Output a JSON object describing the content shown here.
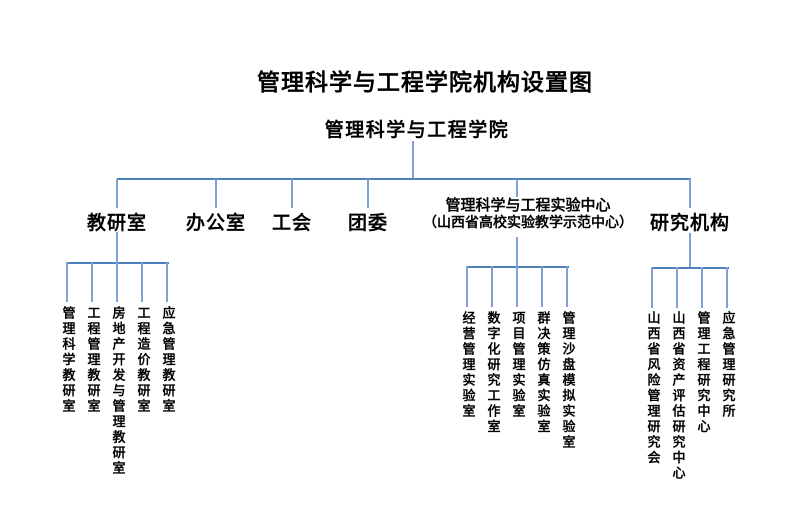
{
  "page": {
    "title": "管理科学与工程学院机构设置图",
    "root": "管理科学与工程学院"
  },
  "colors": {
    "background": "#ffffff",
    "text": "#000000",
    "connector_dark": "#4f81bd",
    "connector_light": "#7ca3d3"
  },
  "org": {
    "departments": [
      {
        "label": "教研室",
        "children": [
          "管理科学教研室",
          "工程管理教研室",
          "房地产开发与管理教研室",
          "工程造价教研室",
          "应急管理教研室"
        ]
      },
      {
        "label": "办公室",
        "children": []
      },
      {
        "label": "工会",
        "children": []
      },
      {
        "label": "团委",
        "children": []
      },
      {
        "label": "管理科学与工程实验中心",
        "label_line2": "（山西省高校实验教学示范中心）",
        "children": [
          "经营管理实验室",
          "数字化研究工作室",
          "项目管理实验室",
          "群决策仿真实验室",
          "管理沙盘模拟实验室"
        ]
      },
      {
        "label": "研究机构",
        "children": [
          "山西省风险管理研究会",
          "山西省资产评估研究中心",
          "管理工程研究中心",
          "应急管理研究所"
        ]
      }
    ]
  }
}
